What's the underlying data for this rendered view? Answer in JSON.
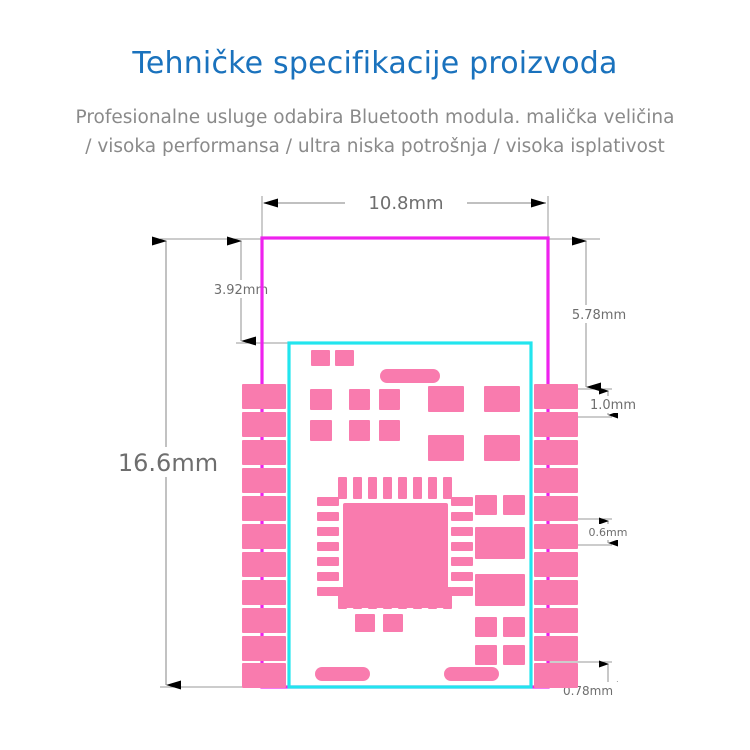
{
  "header": {
    "title": "Tehničke specifikacije proizvoda",
    "subtitle_line1": "Profesionalne usluge odabira Bluetooth modula. malička veličina",
    "subtitle_line2": "/ visoka performansa / ultra niska potrošnja / visoka isplativost",
    "title_color": "#1a72bd",
    "subtitle_color": "#8a8a8a"
  },
  "diagram": {
    "name": "bluetooth-module-dimension-drawing",
    "colors": {
      "board_outline": "#ee22ee",
      "inner_outline": "#22e5ee",
      "pad_fill": "#f97bae",
      "dimension_line": "#808080",
      "arrow_fill": "#000000"
    },
    "dimensions": {
      "width": "10.8mm",
      "height": "16.6mm",
      "antenna_keepout": "3.92mm",
      "top_offset": "5.78mm",
      "pad_pitch": "1.0mm",
      "pad_gap": "0.6mm",
      "pad_width": "0.78mm"
    }
  }
}
